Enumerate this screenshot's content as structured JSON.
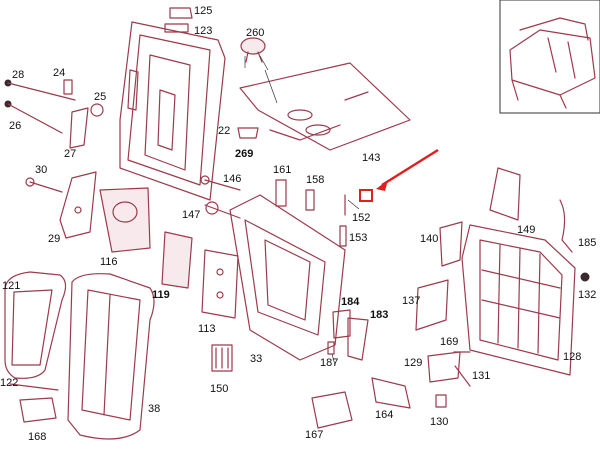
{
  "labels": {
    "p125": "125",
    "p123": "123",
    "p260": "260",
    "p28": "28",
    "p24": "24",
    "p25": "25",
    "p26": "26",
    "p27": "27",
    "p22": "22",
    "p269": "269",
    "p143": "143",
    "p30": "30",
    "p161": "161",
    "p158": "158",
    "p146": "146",
    "p29": "29",
    "p116": "116",
    "p147": "147",
    "p152": "152",
    "p153": "153",
    "p149": "149",
    "p140": "140",
    "p185": "185",
    "p132": "132",
    "p119": "119",
    "p121": "121",
    "p113": "113",
    "p184": "184",
    "p183": "183",
    "p137": "137",
    "p169": "169",
    "p128": "128",
    "p187": "187",
    "p33": "33",
    "p150": "150",
    "p129": "129",
    "p131": "131",
    "p122": "122",
    "p38": "38",
    "p164": "164",
    "p168": "168",
    "p167": "167",
    "p130": "130"
  },
  "colors": {
    "line": "#9b3b4b",
    "arrow": "#e02020",
    "highlight": "#e02020"
  }
}
